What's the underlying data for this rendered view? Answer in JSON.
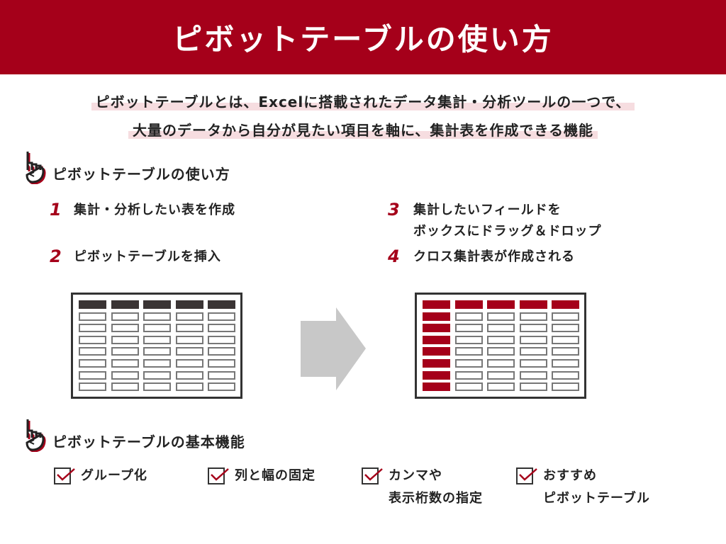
{
  "title": "ピボットテーブルの使い方",
  "intro": [
    "ピボットテーブルとは、Excelに搭載されたデータ集計・分析ツールの一つで、",
    "大量のデータから自分が見たい項目を軸に、集計表を作成できる機能"
  ],
  "section1": {
    "heading": "ピボットテーブルの使い方",
    "icon": "pointing-hand-icon",
    "steps": [
      {
        "num": "1",
        "lines": [
          "集計・分析したい表を作成"
        ]
      },
      {
        "num": "2",
        "lines": [
          "ピボットテーブルを挿入"
        ]
      },
      {
        "num": "3",
        "lines": [
          "集計したいフィールドを",
          "ボックスにドラッグ＆ドロップ"
        ]
      },
      {
        "num": "4",
        "lines": [
          "クロス集計表が作成される"
        ]
      }
    ]
  },
  "section2": {
    "heading": "ピボットテーブルの基本機能",
    "icon": "pointing-hand-icon",
    "features": [
      {
        "lines": [
          "グループ化"
        ]
      },
      {
        "lines": [
          "列と幅の固定"
        ]
      },
      {
        "lines": [
          "カンマや",
          "表示桁数の指定"
        ]
      },
      {
        "lines": [
          "おすすめ",
          "ピボットテーブル"
        ]
      }
    ]
  },
  "colors": {
    "accent": "#a5001a",
    "highlight": "#f6dde0",
    "arrow": "#c8c8c8",
    "dark": "#3a3434"
  }
}
